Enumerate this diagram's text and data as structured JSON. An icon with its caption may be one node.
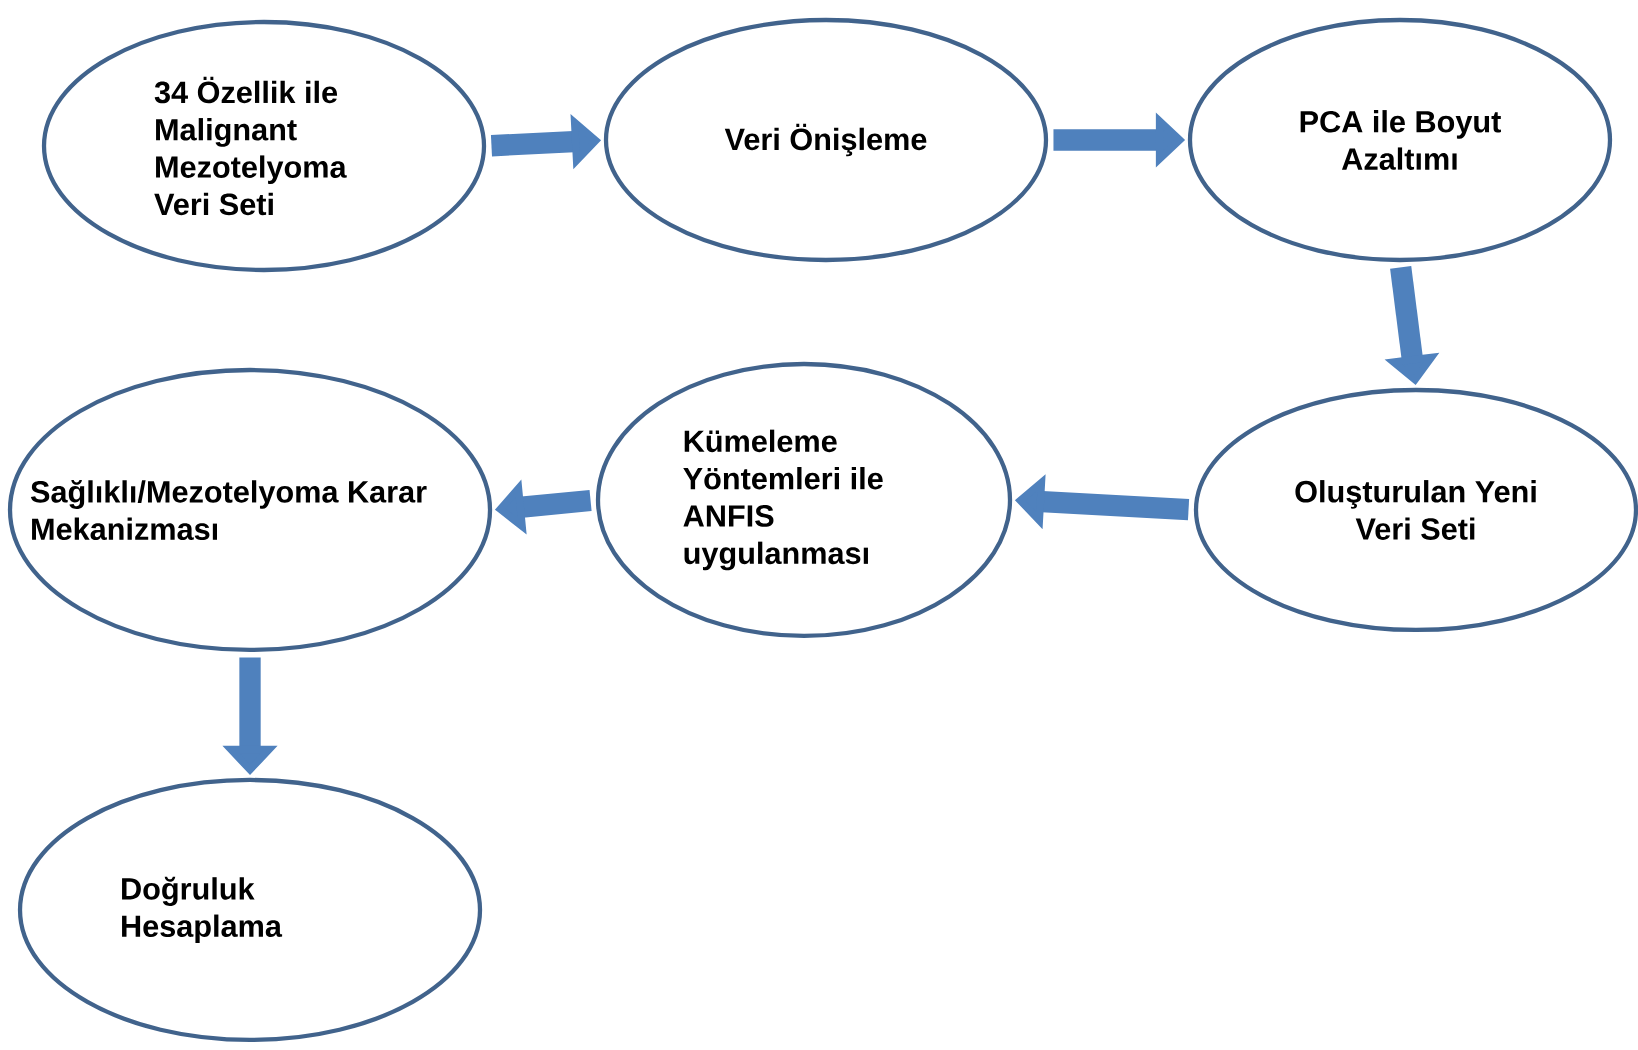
{
  "diagram": {
    "nodes": [
      {
        "text": [
          "34 Özellik ile Malignant Mezotelyoma Veri Seti"
        ]
      },
      {
        "text": [
          "Veri Önişleme"
        ]
      },
      {
        "text": [
          "PCA ile Boyut Azaltımı"
        ]
      },
      {
        "text": [
          "Oluşturulan Yeni Veri Seti"
        ]
      },
      {
        "text": [
          "Kümeleme Yöntemleri ile ANFIS uygulanması"
        ]
      },
      {
        "text": [
          "Sağlıklı/Mezotelyoma Karar Mekanizması"
        ]
      },
      {
        "text": [
          "Doğruluk Hesaplama"
        ]
      }
    ],
    "edges": [
      {
        "from": 0,
        "to": 1,
        "arrow": "to"
      },
      {
        "from": 1,
        "to": 2,
        "arrow": "to"
      },
      {
        "from": 2,
        "to": 3,
        "arrow": "to"
      },
      {
        "from": 3,
        "to": 4,
        "arrow": "to"
      },
      {
        "from": 4,
        "to": 5,
        "arrow": "to"
      },
      {
        "from": 5,
        "to": 6,
        "arrow": "to"
      }
    ]
  }
}
